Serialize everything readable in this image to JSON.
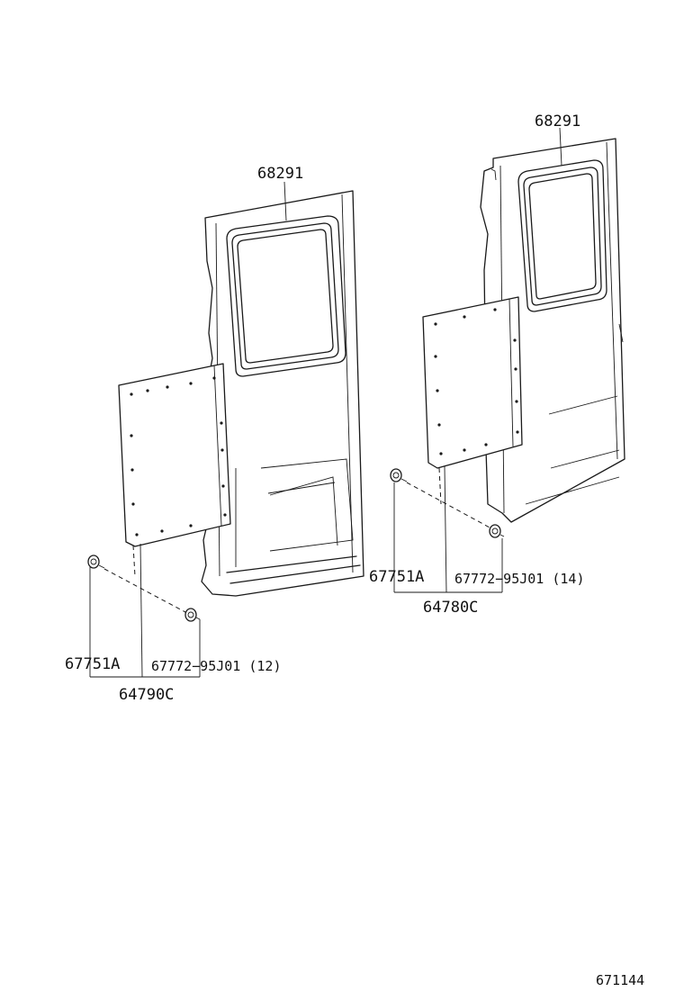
{
  "diagram": {
    "left_door": {
      "glass_part": "68291",
      "board_part": "64790C",
      "clip_a_part": "67751A",
      "clip_b_part": "67772−95J01 (12)"
    },
    "right_door": {
      "glass_part": "68291",
      "board_part": "64780C",
      "clip_a_part": "67751A",
      "clip_b_part": "67772−95J01 (14)"
    },
    "figure_code": "671144"
  }
}
